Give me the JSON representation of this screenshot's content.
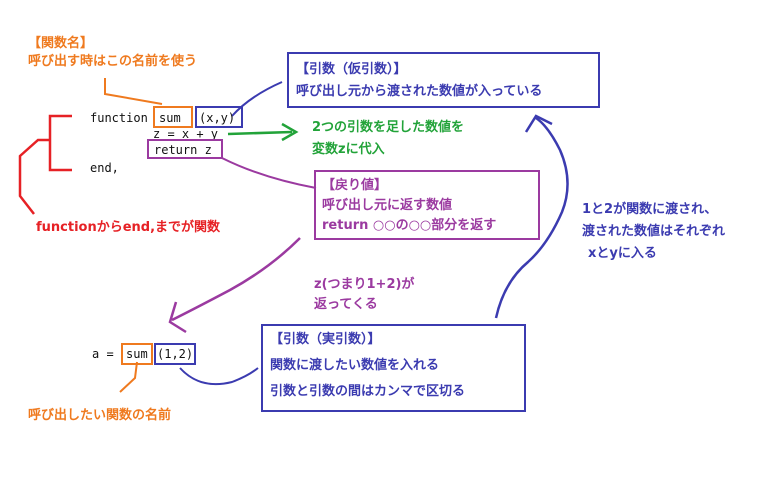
{
  "func_name_note": {
    "title": "【関数名】",
    "desc": "呼び出す時はこの名前を使う"
  },
  "code": {
    "function_kw": "function",
    "name": "sum",
    "params": "(x,y)",
    "body_line": "z = x + y",
    "return_line": "return z",
    "end_line": "end,",
    "call_prefix": "a =",
    "call_name": "sum",
    "call_args": "(1,2)"
  },
  "formal_param_note": {
    "title": "【引数（仮引数）】",
    "desc": "呼び出し元から渡された数値が入っている"
  },
  "sum_note": {
    "line1": "2つの引数を足した数値を",
    "line2": "変数zに代入"
  },
  "return_note": {
    "title": "【戻り値】",
    "line1": "呼び出し元に返す数値",
    "line2": "return ○○の○○部分を返す"
  },
  "function_scope_note": "functionからend,までが関数",
  "returns_note": {
    "line1": "z(つまり1+2)が",
    "line2": "返ってくる"
  },
  "passed_note": {
    "line1": "1と2が関数に渡され、",
    "line2": "渡された数値はそれぞれ",
    "line3": "xとyに入る"
  },
  "actual_param_note": {
    "title": "【引数（実引数）】",
    "line1": "関数に渡したい数値を入れる",
    "line2": "引数と引数の間はカンマで区切る"
  },
  "call_name_note": "呼び出したい関数の名前",
  "colors": {
    "orange": "#ef7a1f",
    "red": "#e62125",
    "blue": "#3b3bb0",
    "green": "#22a339",
    "purple": "#9b3aa0"
  }
}
